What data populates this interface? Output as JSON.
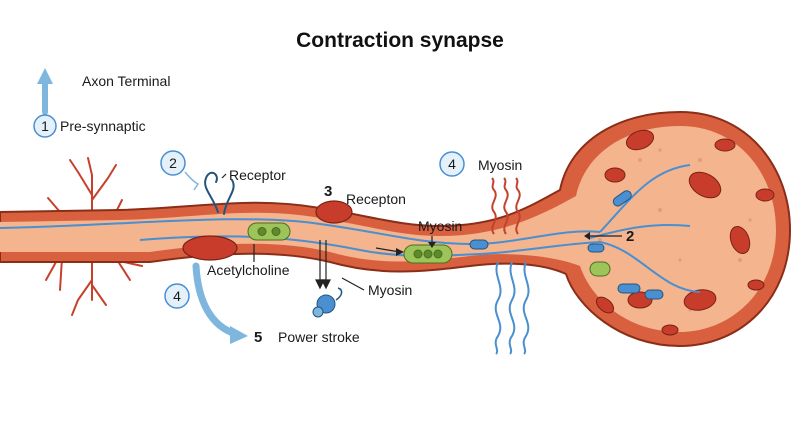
{
  "title": "Contraction synapse",
  "labels": {
    "axon_terminal": "Axon Terminal",
    "pre_synnaptic": "Pre-synnaptic",
    "receptor": "Receptor",
    "recepton": "Recepton",
    "myosin_top": "Myosin",
    "myosin_middle": "Myosin",
    "myosin_bottom": "Myosin",
    "acetylcholine": "Acetylcholine",
    "power_stroke": "Power stroke"
  },
  "markers": {
    "step1": "1",
    "step2_left": "2",
    "step2_right": "2",
    "step3": "3",
    "step4_top": "4",
    "step4_bottom": "4",
    "step5": "5"
  },
  "colors": {
    "tissue_outer": "#d9603f",
    "tissue_inner": "#f4b48e",
    "cell_fill": "#f7d2b8",
    "red_body": "#c83c2c",
    "blue_fiber": "#4a8fd0",
    "green_vesicle": "#9cc45a",
    "arrow_blue": "#7fb6de",
    "nerve_red": "#c6412c"
  }
}
